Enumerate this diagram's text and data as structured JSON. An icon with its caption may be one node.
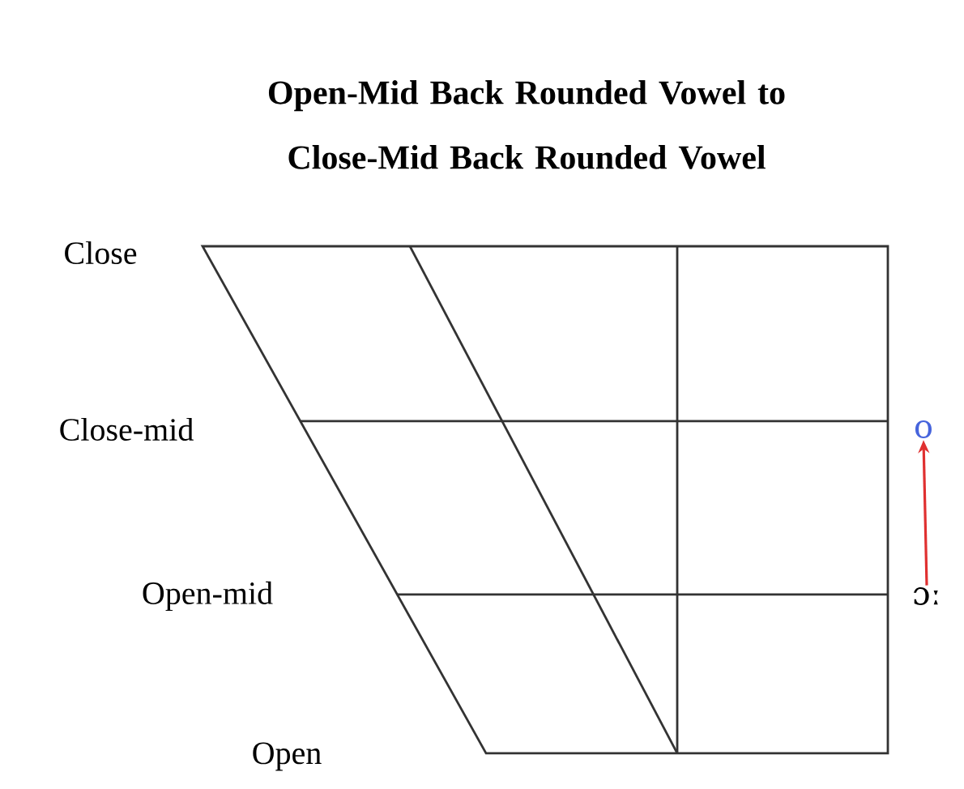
{
  "diagram": {
    "title": "Open-Mid Back Rounded Vowel to Close-Mid Back Rounded Vowel",
    "nodes": [
      {
        "text": [
          "ɔː"
        ]
      },
      {
        "text": [
          "o"
        ]
      }
    ],
    "edges": [
      {
        "from": 0,
        "to": 1,
        "arrow": "to",
        "color": "#e03030"
      }
    ],
    "labels": [
      "Close",
      "Close-mid",
      "Open-mid",
      "Open"
    ]
  }
}
